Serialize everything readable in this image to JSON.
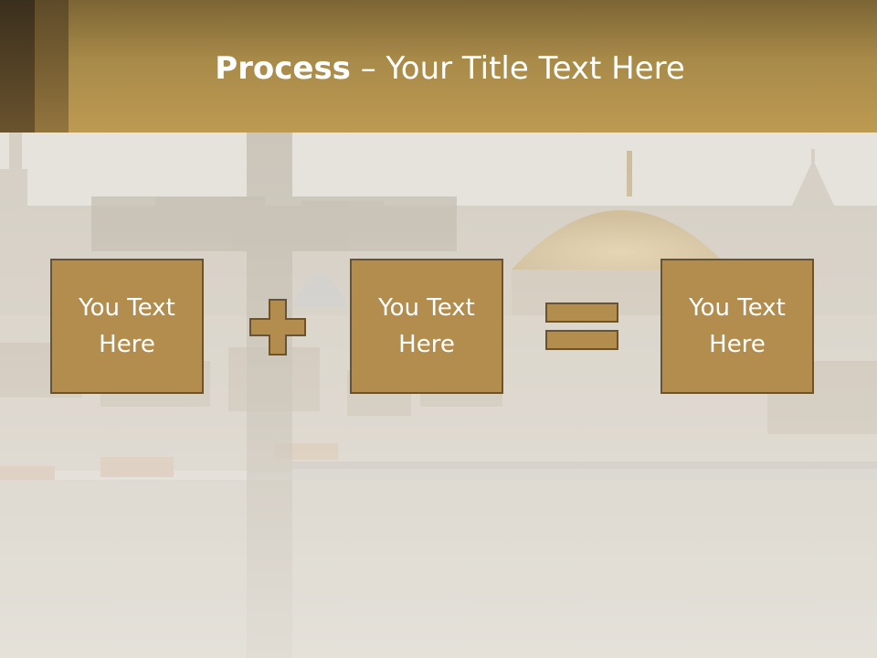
{
  "slide": {
    "title_bold": "Process",
    "title_rest": " – Your Title Text Here"
  },
  "process": {
    "steps": [
      {
        "line1": "You Text",
        "line2": "Here"
      },
      {
        "line1": "You Text",
        "line2": "Here"
      },
      {
        "line1": "You Text",
        "line2": "Here"
      }
    ],
    "operators": [
      "plus-icon",
      "equals-icon"
    ]
  },
  "colors": {
    "header_gold": "#bd9a52",
    "box_fill": "#b38d4d",
    "box_border": "#6a5330",
    "text": "#ffffff"
  }
}
